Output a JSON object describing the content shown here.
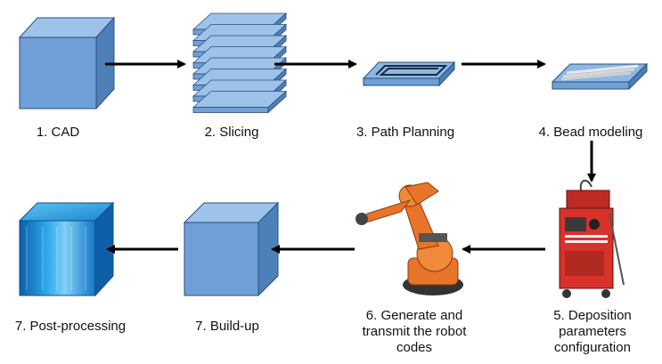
{
  "steps": [
    {
      "id": 1,
      "label": "1. CAD"
    },
    {
      "id": 2,
      "label": "2. Slicing"
    },
    {
      "id": 3,
      "label": "3. Path Planning"
    },
    {
      "id": 4,
      "label": "4. Bead modeling"
    },
    {
      "id": 5,
      "label_lines": [
        "5. Deposition",
        "parameters",
        "configuration"
      ]
    },
    {
      "id": 6,
      "label_lines": [
        "6. Generate and",
        "transmit the robot",
        "codes"
      ]
    },
    {
      "id": 7,
      "label": "7. Build-up"
    },
    {
      "id": 8,
      "label": "7. Post-processing"
    }
  ],
  "colors": {
    "cube_front": "#6f9fd6",
    "cube_top": "#9ec3ea",
    "cube_side": "#4d7fb8",
    "arrow": "#000000",
    "robot": "#e8742a",
    "machine": "#d8322a",
    "post_blue": "#1e8fd8"
  },
  "icons": [
    "cad-cube-icon",
    "slices-icon",
    "path-plate-icon",
    "bead-plate-icon",
    "welding-machine-icon",
    "robot-arm-icon",
    "build-cube-icon",
    "finished-part-icon"
  ]
}
